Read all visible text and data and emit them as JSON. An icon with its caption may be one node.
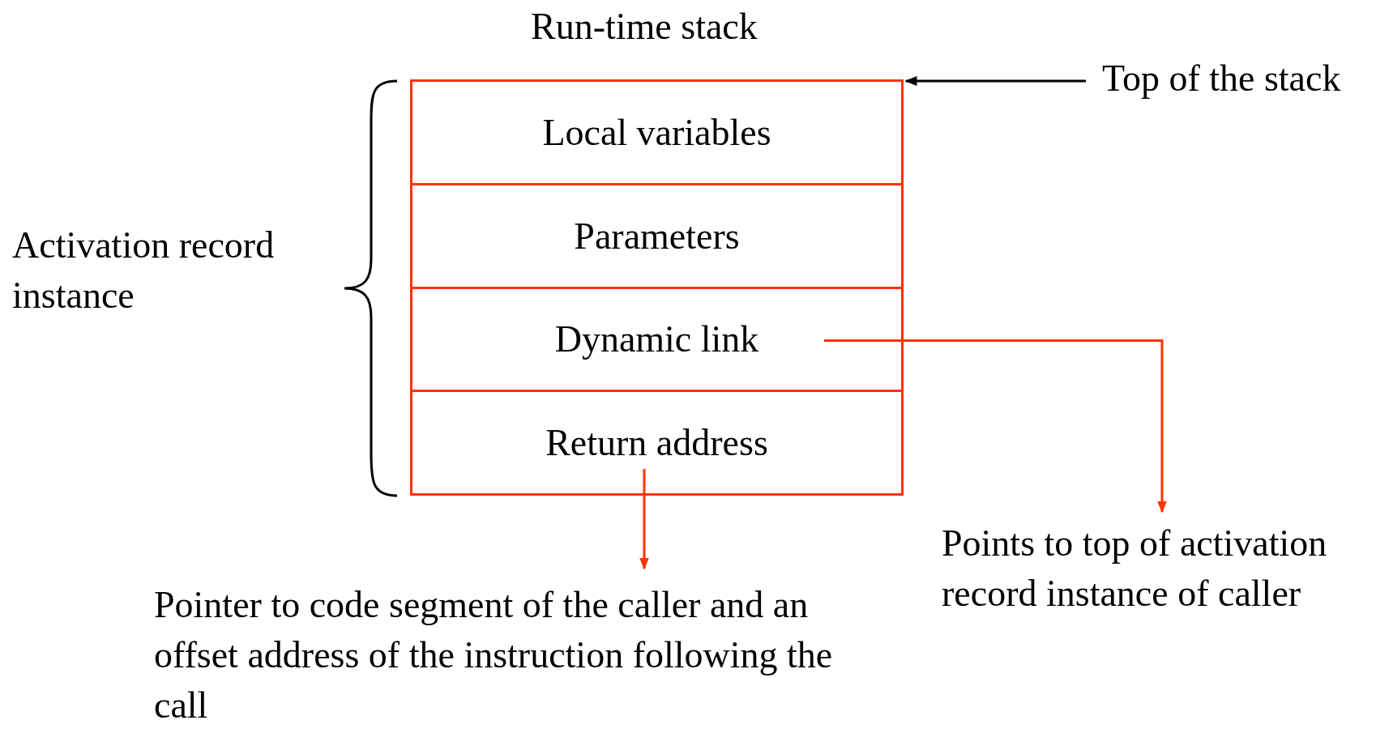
{
  "diagram": {
    "title": "Run-time stack",
    "nodes": [
      {
        "text": [],
        "shape": "box"
      },
      {
        "text": [
          "Local variables"
        ],
        "in": 0
      },
      {
        "text": [
          "Parameters"
        ],
        "in": 0
      },
      {
        "text": [
          "Dynamic link"
        ],
        "in": 0
      },
      {
        "text": [
          "Return address"
        ],
        "in": 0
      },
      {
        "text": [
          "Top of the stack"
        ]
      },
      {
        "text": [
          "Points to top of activation record instance of caller"
        ]
      },
      {
        "text": [
          "Pointer to code segment of the caller and an offset address of the instruction following the call"
        ]
      }
    ],
    "edges": [
      {
        "from": 5,
        "to": 0,
        "arrow": "to",
        "color": "#000000"
      },
      {
        "from": 3,
        "to": 6,
        "arrow": "to"
      },
      {
        "from": 4,
        "to": 7,
        "arrow": "to"
      }
    ],
    "labels": [
      "Activation record instance"
    ]
  }
}
